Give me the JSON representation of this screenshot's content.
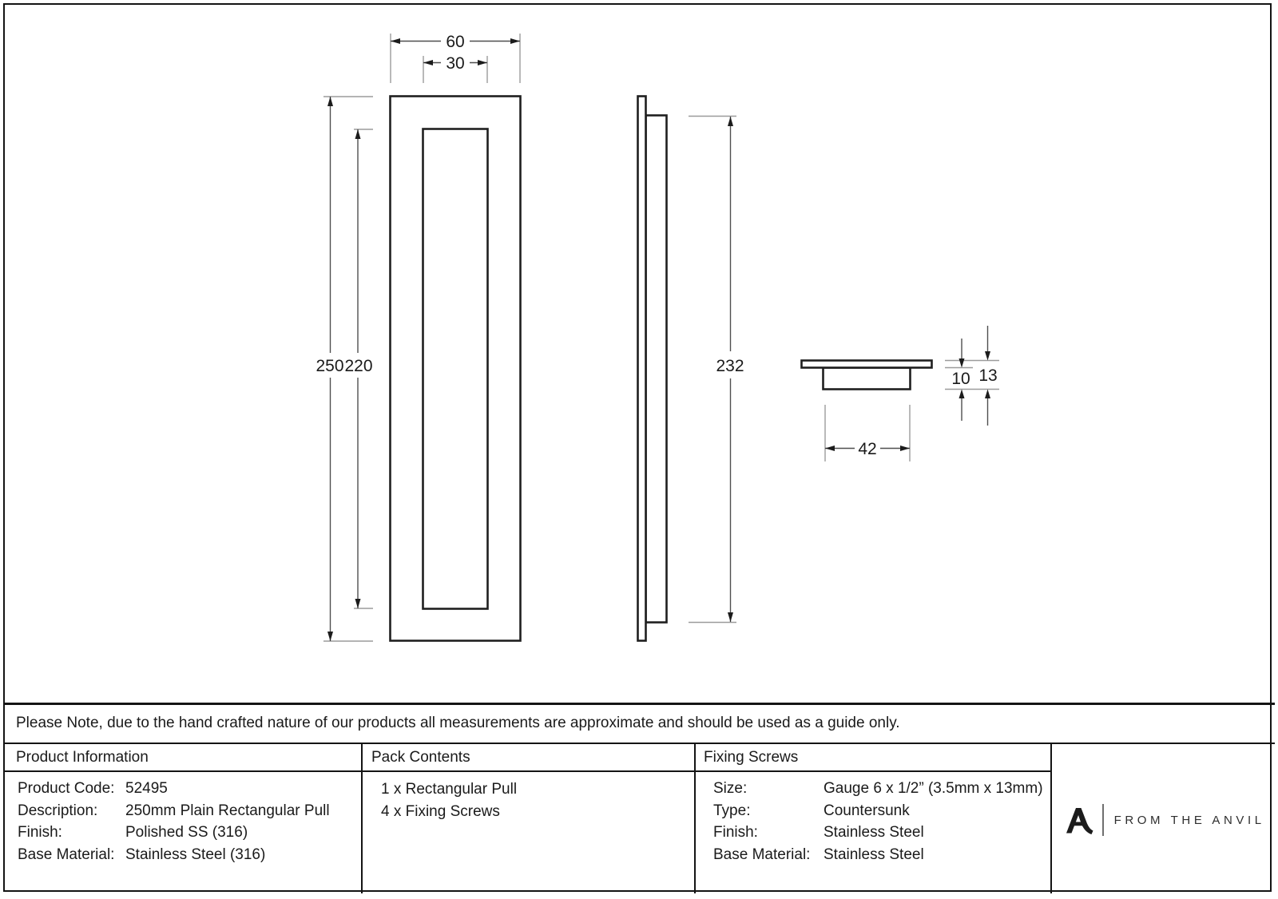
{
  "drawing": {
    "front": {
      "width": "60",
      "inner_width": "30",
      "height": "250",
      "inner_height": "220"
    },
    "side": {
      "height": "232"
    },
    "section": {
      "width": "42",
      "depth": "10",
      "total_depth": "13"
    }
  },
  "note": "Please Note, due to the hand crafted nature of our products all measurements are approximate and should be used as a guide only.",
  "table": {
    "product_information": {
      "header": "Product Information",
      "rows": [
        {
          "label": "Product Code:",
          "value": "52495"
        },
        {
          "label": "Description:",
          "value": "250mm Plain Rectangular Pull"
        },
        {
          "label": "Finish:",
          "value": "Polished SS (316)"
        },
        {
          "label": "Base Material:",
          "value": "Stainless Steel (316)"
        }
      ]
    },
    "pack_contents": {
      "header": "Pack Contents",
      "items": [
        "1 x Rectangular Pull",
        "4 x Fixing Screws"
      ]
    },
    "fixing_screws": {
      "header": "Fixing Screws",
      "rows": [
        {
          "label": "Size:",
          "value": "Gauge 6 x 1/2” (3.5mm x 13mm)"
        },
        {
          "label": "Type:",
          "value": "Countersunk"
        },
        {
          "label": "Finish:",
          "value": "Stainless Steel"
        },
        {
          "label": "Base Material:",
          "value": "Stainless Steel"
        }
      ]
    }
  },
  "brand": {
    "name": "FROM THE ANVIL"
  },
  "colors": {
    "object_line": "#1f1f1f",
    "dimension_line": "#4f4f4f",
    "extension_line": "#9b9b9b",
    "text": "#1a1a1a",
    "background": "#ffffff"
  }
}
